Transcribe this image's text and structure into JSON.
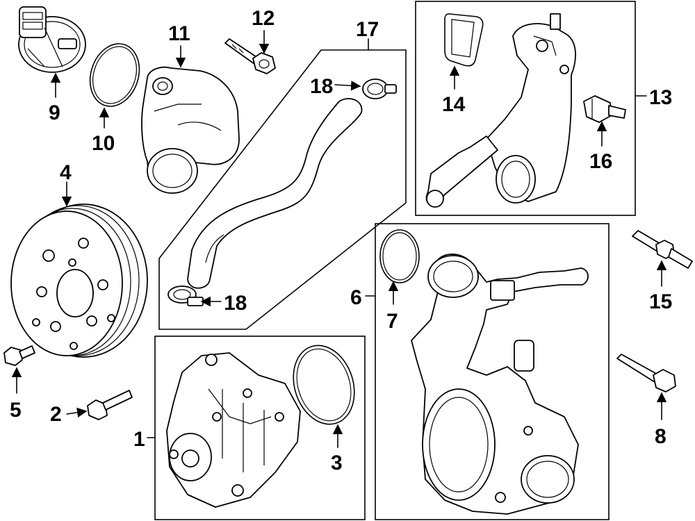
{
  "callouts": {
    "c1": "1",
    "c2": "2",
    "c3": "3",
    "c4": "4",
    "c5": "5",
    "c6": "6",
    "c7": "7",
    "c8": "8",
    "c9": "9",
    "c10": "10",
    "c11": "11",
    "c12": "12",
    "c13": "13",
    "c14": "14",
    "c15": "15",
    "c16": "16",
    "c17": "17",
    "c18a": "18",
    "c18b": "18"
  }
}
